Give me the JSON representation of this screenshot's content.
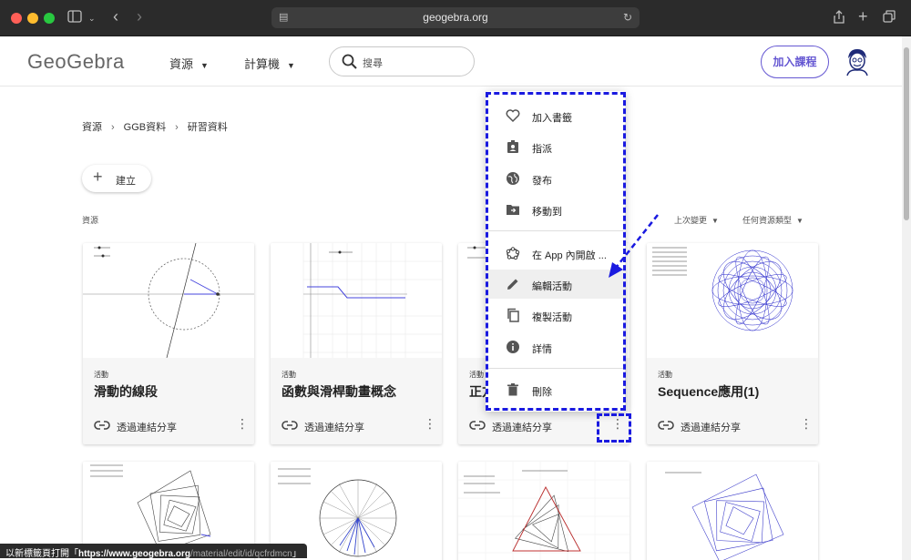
{
  "browser": {
    "url": "geogebra.org"
  },
  "header": {
    "logo": "GeoGebra",
    "nav_resources": "資源",
    "nav_calculators": "計算機",
    "search_placeholder": "搜尋",
    "join_class": "加入課程"
  },
  "breadcrumb": [
    "資源",
    "GGB資料",
    "研習資料"
  ],
  "create_label": "建立",
  "section_label": "資源",
  "sort": {
    "last_modified": "上次變更",
    "any_type": "任何資源類型"
  },
  "cards": [
    {
      "type": "活動",
      "title": "滑動的線段",
      "share": "透過連結分享"
    },
    {
      "type": "活動",
      "title": "函數與滑桿動畫概念",
      "share": "透過連結分享"
    },
    {
      "type": "活動",
      "title": "正方",
      "share": "透過連結分享"
    },
    {
      "type": "活動",
      "title": "Sequence應用(1)",
      "share": "透過連結分享"
    }
  ],
  "menu": {
    "items": [
      {
        "label": "加入書籤",
        "icon": "heart-icon"
      },
      {
        "label": "指派",
        "icon": "assign-icon"
      },
      {
        "label": "發布",
        "icon": "globe-icon"
      },
      {
        "label": "移動到",
        "icon": "folder-move-icon"
      },
      {
        "label": "在 App 內開啟 ...",
        "icon": "geogebra-app-icon"
      },
      {
        "label": "編輯活動",
        "icon": "pencil-icon"
      },
      {
        "label": "複製活動",
        "icon": "copy-icon"
      },
      {
        "label": "詳情",
        "icon": "info-icon"
      },
      {
        "label": "刪除",
        "icon": "trash-icon"
      }
    ]
  },
  "status_bar": {
    "prefix": "以新標籤頁打開「",
    "url_host": "https://www.geogebra.org",
    "url_path": "/material/edit/id/qcfrdmcn",
    "suffix": "」"
  },
  "colors": {
    "accent": "#6557d2",
    "annotation": "#1a1ae0"
  }
}
